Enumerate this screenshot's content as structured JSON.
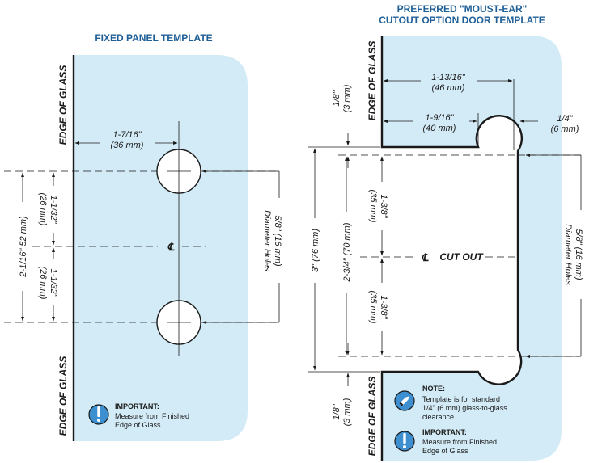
{
  "left": {
    "title": "FIXED PANEL TEMPLATE",
    "edge_top": "EDGE OF GLASS",
    "edge_bottom": "EDGE OF GLASS",
    "offset_line1": "1-7/16\"",
    "offset_line2": "(36 mm)",
    "upper_line1": "1-1/32\"",
    "upper_line2": "(26 mm)",
    "lower_line1": "1-1/32\"",
    "lower_line2": "(26 mm)",
    "overall": "2-1/16\" 52 mm)",
    "centerline": "℄",
    "holes_line1": "5/8\" (16 mm)",
    "holes_line2": "Diameter Holes",
    "important_title": "IMPORTANT:",
    "important_line1": "Measure from Finished",
    "important_line2": "Edge of Glass",
    "important_icon": "exclamation-icon"
  },
  "right": {
    "title_line1": "PREFERRED \"MOUST-EAR\"",
    "title_line2": "CUTOUT OPTION DOOR TEMPLATE",
    "edge_top": "EDGE OF GLASS",
    "edge_bottom": "EDGE OF GLASS",
    "dim_outer_line1": "1-13/16\"",
    "dim_outer_line2": "(46 mm)",
    "dim_inner_line1": "1-9/16\"",
    "dim_inner_line2": "(40 mm)",
    "ear_line1": "1/4\"",
    "ear_line2": "(6 mm)",
    "top_gap_line1": "1/8\"",
    "top_gap_line2": "(3 mm)",
    "bottom_gap_line1": "1/8\"",
    "bottom_gap_line2": "(3 mm)",
    "overall": "3\" (76 mm)",
    "mid": "2-3/4\" (70 mm)",
    "upper_line1": "1-3/8\"",
    "upper_line2": "(35 mm)",
    "lower_line1": "1-3/8\"",
    "lower_line2": "(35 mm)",
    "centerline": "℄",
    "cutout_label": "CUT OUT",
    "holes_line1": "5/8\" (16 mm)",
    "holes_line2": "Diameter Holes",
    "note_title": "NOTE:",
    "note_line1": "Template is for standard",
    "note_line2": "1/4\" (6 mm) glass-to-glass",
    "note_line3": "clearance.",
    "note_icon": "pencil-icon",
    "important_title": "IMPORTANT:",
    "important_line1": "Measure from Finished",
    "important_line2": "Edge of Glass",
    "important_icon": "exclamation-icon"
  }
}
